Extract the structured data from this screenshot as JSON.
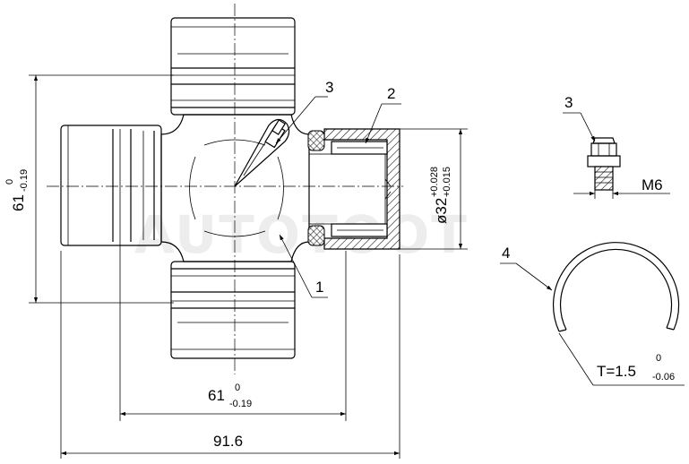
{
  "watermark": "AUTOTOOT",
  "callouts": {
    "part_1": "1",
    "part_2": "2",
    "part_3": "3",
    "part_3_detail": "3",
    "part_4": "4"
  },
  "dimensions": {
    "height_61": {
      "main": "61",
      "upper_tol": "0",
      "lower_tol": "-0.19"
    },
    "width_61": {
      "main": "61",
      "upper_tol": "0",
      "lower_tol": "-0.19"
    },
    "overall_length": "91.6",
    "bore_diameter": {
      "main": "ø32",
      "upper_tol": "+0.028",
      "lower_tol": "+0.015"
    },
    "thread": "M6",
    "circlip_thickness": {
      "main": "T=1.5",
      "upper_tol": "0",
      "lower_tol": "-0.06"
    }
  }
}
